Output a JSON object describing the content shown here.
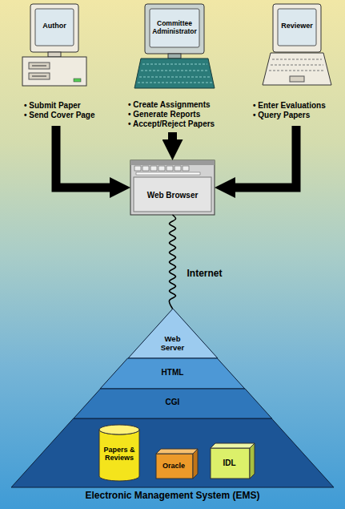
{
  "diagram": {
    "nodes": [
      {
        "text": [
          "Author",
          "• Submit Paper",
          "• Send Cover Page"
        ]
      },
      {
        "text": [
          "Committee Administrator",
          "• Create Assignments",
          "• Generate Reports",
          "• Accept/Reject Papers"
        ]
      },
      {
        "text": [
          "Reviewer",
          "• Enter Evaluations",
          "• Query Papers"
        ]
      },
      {
        "text": [
          "Web Browser"
        ]
      },
      {
        "text": [
          "Electronic Management System (EMS)"
        ]
      },
      {
        "text": [
          "Web Server"
        ],
        "in": 4
      },
      {
        "text": [
          "HTML"
        ],
        "in": 4
      },
      {
        "text": [
          "CGI"
        ],
        "in": 4
      },
      {
        "text": [
          "Papers & Reviews"
        ],
        "in": 4
      },
      {
        "text": [
          "Oracle"
        ],
        "in": 4
      },
      {
        "text": [
          "IDL"
        ],
        "in": 4
      }
    ],
    "edges": [
      {
        "from": 0,
        "to": 3,
        "arrow": "to"
      },
      {
        "from": 1,
        "to": 3,
        "arrow": "to"
      },
      {
        "from": 2,
        "to": 3,
        "arrow": "to"
      },
      {
        "from": 3,
        "to": 5,
        "label": "Internet",
        "arrow": "none"
      }
    ]
  }
}
